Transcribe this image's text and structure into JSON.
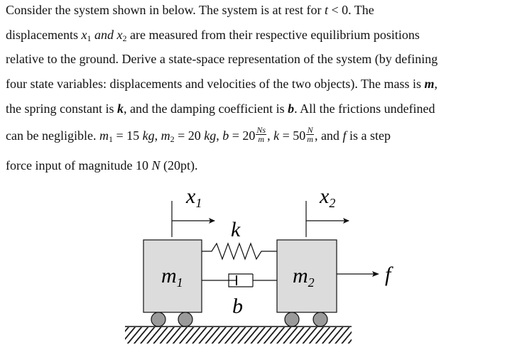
{
  "problem": {
    "line1": {
      "a": "Consider the system shown in below. The system is at rest for ",
      "t": "t",
      "lt": " < 0",
      "b": ". The"
    },
    "line2": {
      "a": "displacements ",
      "x": "x",
      "s1": "1",
      "and": " and ",
      "x2": "x",
      "s2": "2",
      "b": " are measured from their respective equilibrium positions"
    },
    "line3": "relative to the ground. Derive a state-space representation of the system (by defining",
    "line4": {
      "a": "four state variables: displacements and velocities of the two objects). The mass is ",
      "m": "m",
      "b": ","
    },
    "line5": {
      "a": "the spring constant is ",
      "k": "k",
      "b": ", and the damping coefficient is ",
      "bb": "b",
      "c": ". All the frictions undefined"
    },
    "line6": {
      "a": "can be negligible. ",
      "m": "m",
      "s1": "1",
      "e1": " = 15 ",
      "kg": "kg",
      "c1": ", ",
      "m2": "m",
      "s2": "2",
      "e2": " = 20 ",
      "kg2": "kg",
      "c2": ", ",
      "b": "b",
      "e3": " = 20",
      "f1n": "Ns",
      "f1d": "m",
      "c3": ", ",
      "k": "k",
      "e4": " = 50",
      "f2n": "N",
      "f2d": "m",
      "c4": ",",
      "and": " and ",
      "f": "f",
      "tail": " is a step"
    },
    "line7": {
      "a": "force input of magnitude 10 ",
      "N": "N",
      "b": " (20pt)."
    }
  },
  "diagram": {
    "x1_label": "x",
    "x1_sub": "1",
    "x2_label": "x",
    "x2_sub": "2",
    "k_label": "k",
    "b_label": "b",
    "m1_label": "m",
    "m1_sub": "1",
    "m2_label": "m",
    "m2_sub": "2",
    "f_label": "f",
    "mass_fill": "#dcdcdc",
    "wheel_fill": "#9a9a9a"
  }
}
